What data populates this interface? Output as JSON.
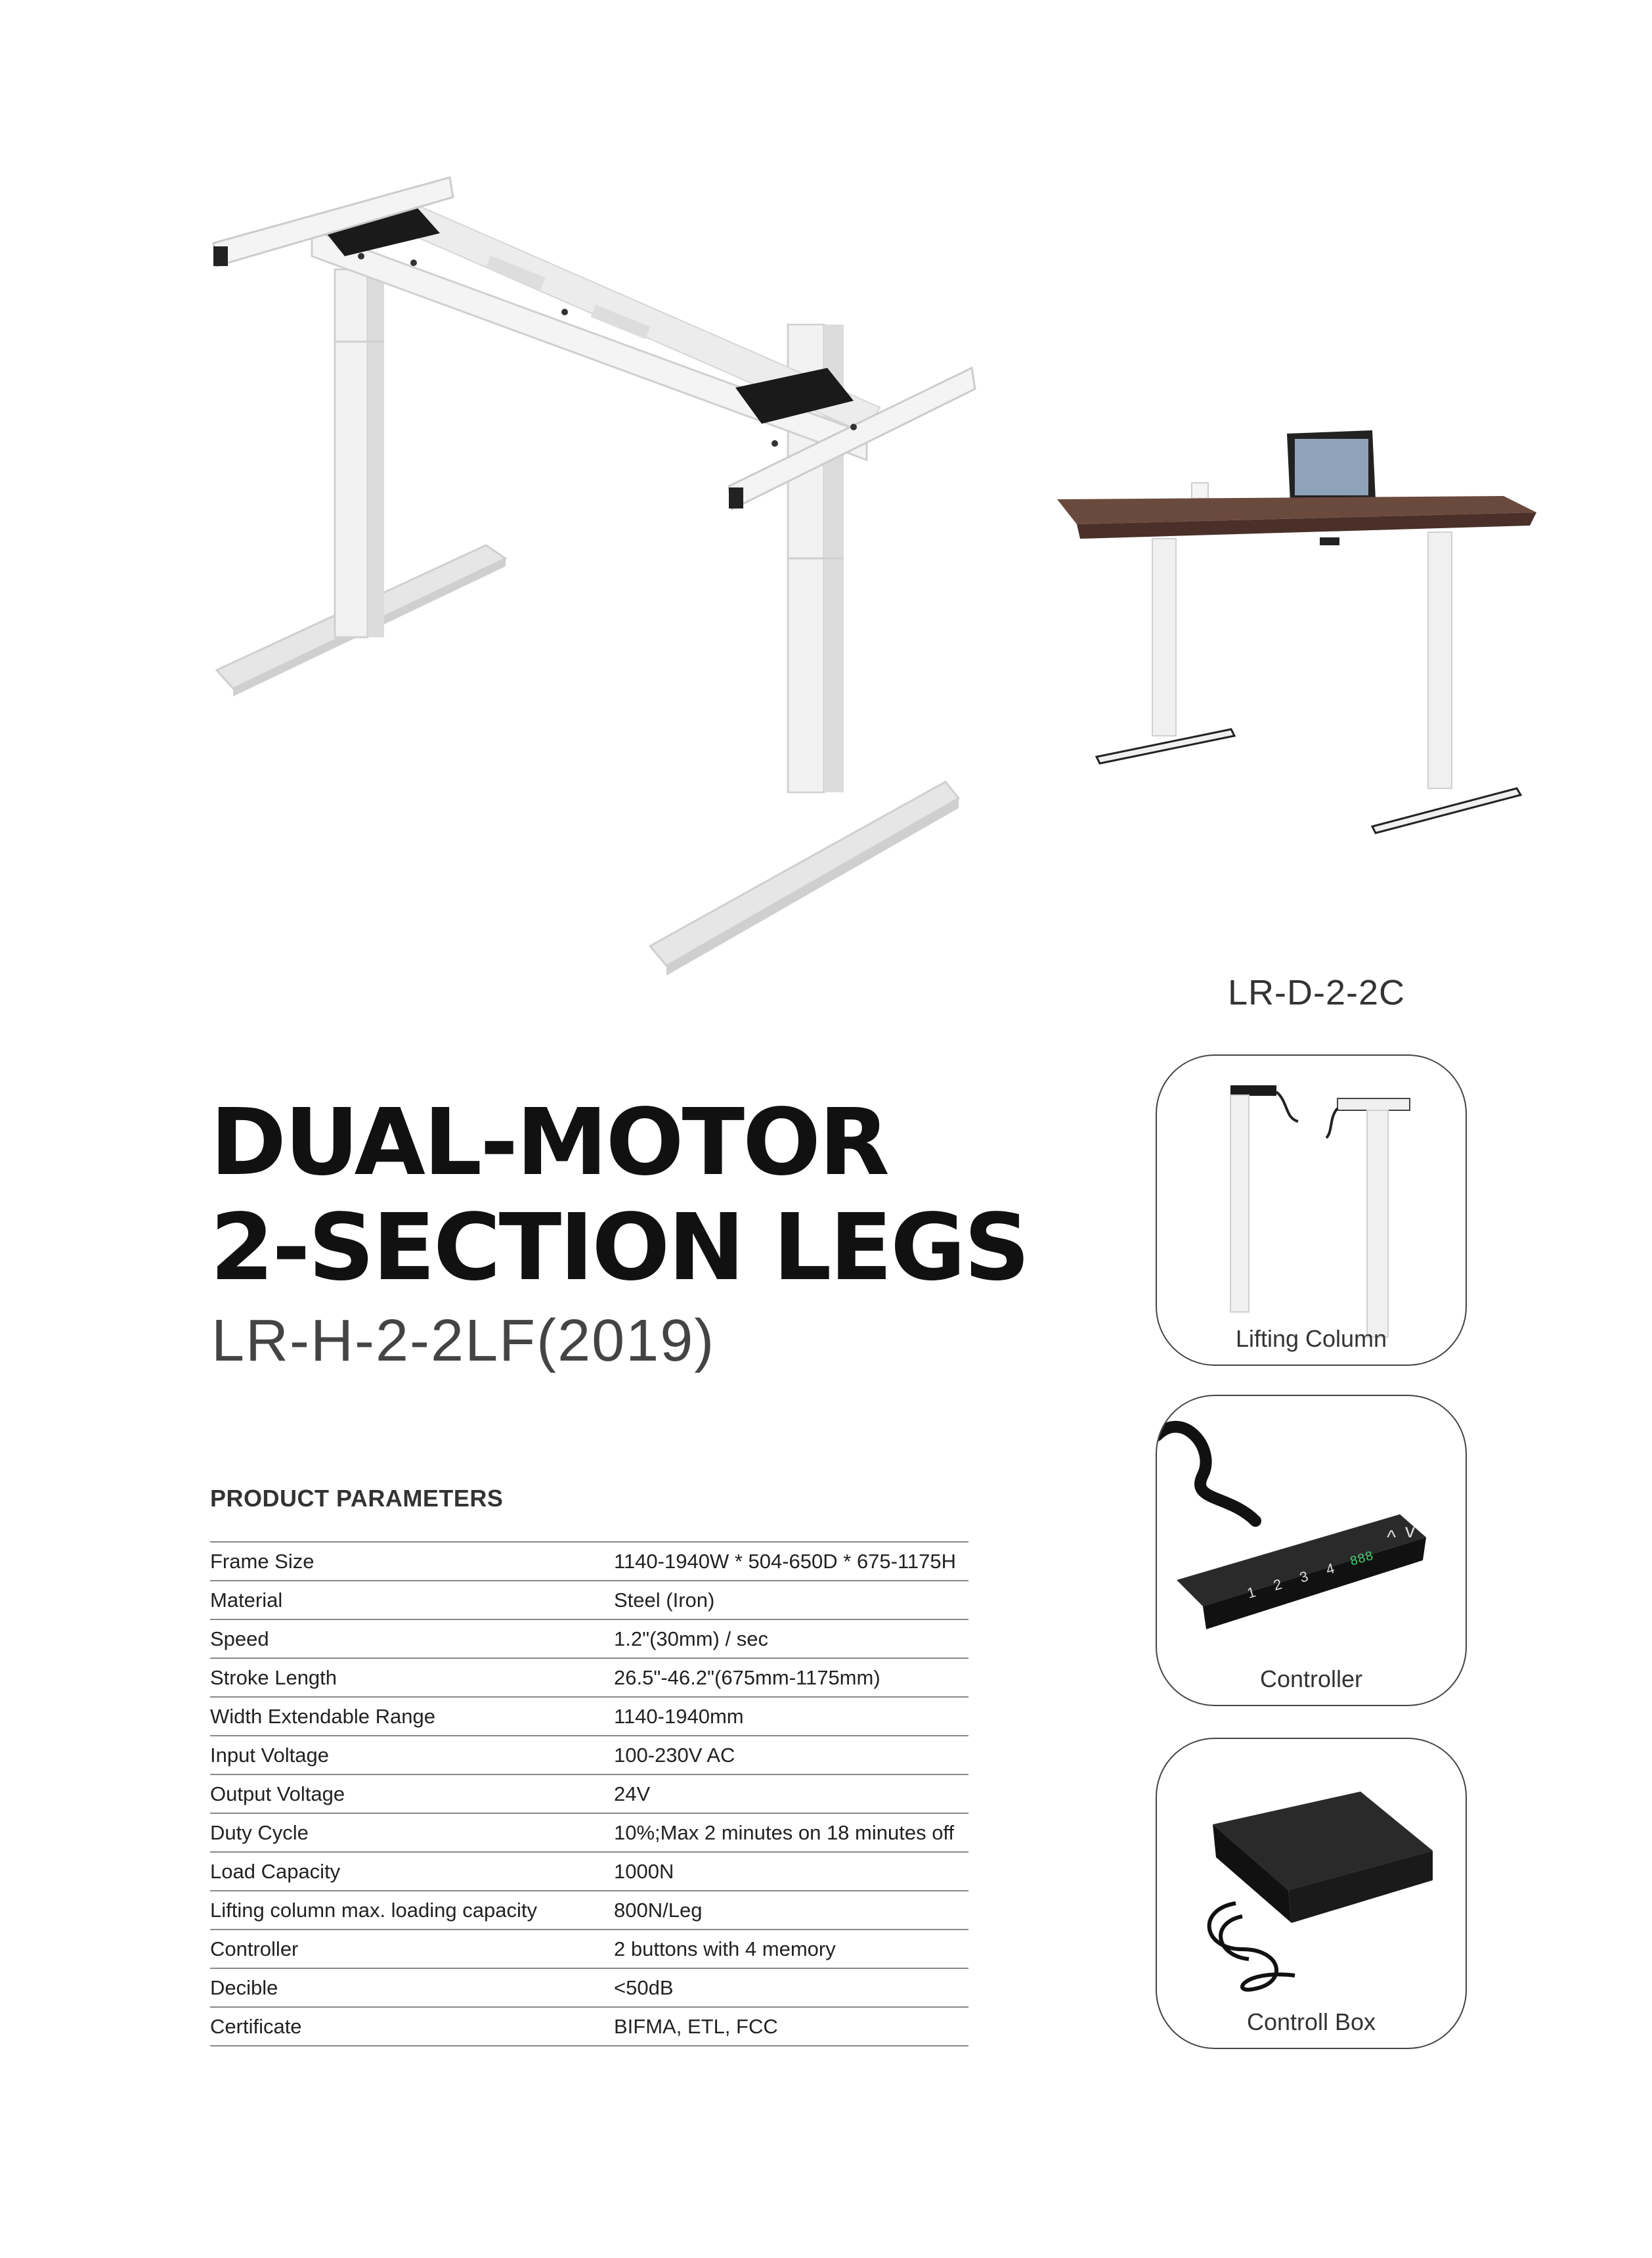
{
  "title": {
    "line1": "DUAL-MOTOR",
    "line2": "2-SECTION LEGS"
  },
  "model_number": "LR-H-2-2LF(2019)",
  "desk_model": "LR-D-2-2C",
  "parameters": {
    "heading": "PRODUCT PARAMETERS",
    "rows": [
      {
        "label": "Frame Size",
        "value": "1140-1940W * 504-650D * 675-1175H"
      },
      {
        "label": "Material",
        "value": "Steel (Iron)"
      },
      {
        "label": "Speed",
        "value": "1.2\"(30mm) / sec"
      },
      {
        "label": "Stroke Length",
        "value": "26.5\"-46.2\"(675mm-1175mm)"
      },
      {
        "label": "Width Extendable Range",
        "value": "1140-1940mm"
      },
      {
        "label": "Input Voltage",
        "value": "100-230V AC"
      },
      {
        "label": "Output Voltage",
        "value": "24V"
      },
      {
        "label": "Duty Cycle",
        "value": "10%;Max 2 minutes on 18 minutes off"
      },
      {
        "label": "Load Capacity",
        "value": "1000N"
      },
      {
        "label": "Lifting column max. loading capacity",
        "value": "800N/Leg"
      },
      {
        "label": "Controller",
        "value": "2 buttons with 4 memory"
      },
      {
        "label": "Decible",
        "value": "<50dB"
      },
      {
        "label": "Certificate",
        "value": "BIFMA, ETL, FCC"
      }
    ]
  },
  "cards": {
    "lifting_column": "Lifting Column",
    "controller": "Controller",
    "control_box": "Controll Box"
  },
  "controller_display": {
    "buttons": [
      "1",
      "2",
      "3",
      "4"
    ],
    "digits": "888"
  },
  "colors": {
    "frame": "#eeeeee",
    "desktop": "#6b4a3e",
    "dark": "#1a1a1a"
  }
}
